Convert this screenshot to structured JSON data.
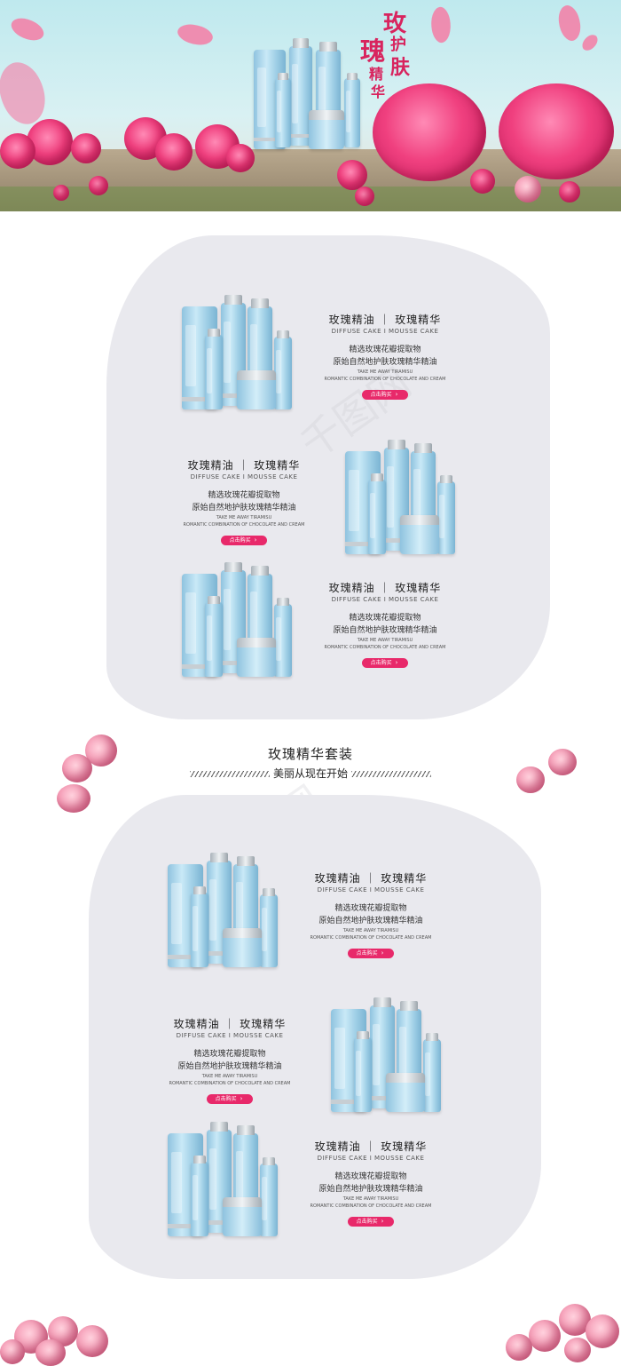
{
  "banner": {
    "title_chars": [
      "玫",
      "护",
      "肤",
      "瑰",
      "精",
      "华"
    ]
  },
  "products": [
    {
      "title": "玫瑰精油 ｜ 玫瑰精华",
      "subtitle": "DIFFUSE CAKE I MOUSSE CAKE",
      "desc1": "精选玫瑰花瓣提取物",
      "desc2": "原始自然地护肤玫瑰精华精油",
      "en1": "TAKE ME AWAY TIRAMISU",
      "en2": "ROMANTIC COMBINATION OF CHOCOLATE AND CREAM",
      "button": "点击购买",
      "arrow": "›"
    },
    {
      "title": "玫瑰精油 ｜ 玫瑰精华",
      "subtitle": "DIFFUSE CAKE I MOUSSE CAKE",
      "desc1": "精选玫瑰花瓣提取物",
      "desc2": "原始自然地护肤玫瑰精华精油",
      "en1": "TAKE ME AWAY TIRAMISU",
      "en2": "ROMANTIC COMBINATION OF CHOCOLATE AND CREAM",
      "button": "点击购买",
      "arrow": "›"
    },
    {
      "title": "玫瑰精油 ｜ 玫瑰精华",
      "subtitle": "DIFFUSE CAKE I MOUSSE CAKE",
      "desc1": "精选玫瑰花瓣提取物",
      "desc2": "原始自然地护肤玫瑰精华精油",
      "en1": "TAKE ME AWAY TIRAMISU",
      "en2": "ROMANTIC COMBINATION OF CHOCOLATE AND CREAM",
      "button": "点击购买",
      "arrow": "›"
    },
    {
      "title": "玫瑰精油 ｜ 玫瑰精华",
      "subtitle": "DIFFUSE CAKE I MOUSSE CAKE",
      "desc1": "精选玫瑰花瓣提取物",
      "desc2": "原始自然地护肤玫瑰精华精油",
      "en1": "TAKE ME AWAY TIRAMISU",
      "en2": "ROMANTIC COMBINATION OF CHOCOLATE AND CREAM",
      "button": "点击购买",
      "arrow": "›"
    },
    {
      "title": "玫瑰精油 ｜ 玫瑰精华",
      "subtitle": "DIFFUSE CAKE I MOUSSE CAKE",
      "desc1": "精选玫瑰花瓣提取物",
      "desc2": "原始自然地护肤玫瑰精华精油",
      "en1": "TAKE ME AWAY TIRAMISU",
      "en2": "ROMANTIC COMBINATION OF CHOCOLATE AND CREAM",
      "button": "点击购买",
      "arrow": "›"
    },
    {
      "title": "玫瑰精油 ｜ 玫瑰精华",
      "subtitle": "DIFFUSE CAKE I MOUSSE CAKE",
      "desc1": "精选玫瑰花瓣提取物",
      "desc2": "原始自然地护肤玫瑰精华精油",
      "en1": "TAKE ME AWAY TIRAMISU",
      "en2": "ROMANTIC COMBINATION OF CHOCOLATE AND CREAM",
      "button": "点击购买",
      "arrow": "›"
    }
  ],
  "section": {
    "title": "玫瑰精华套装",
    "subtitle": "美丽从现在开始"
  },
  "watermark": [
    "千图网",
    "千图网",
    "千图网"
  ],
  "colors": {
    "accent": "#e8296a",
    "blob": "#e9e9ee",
    "title_red": "#d8245e"
  }
}
